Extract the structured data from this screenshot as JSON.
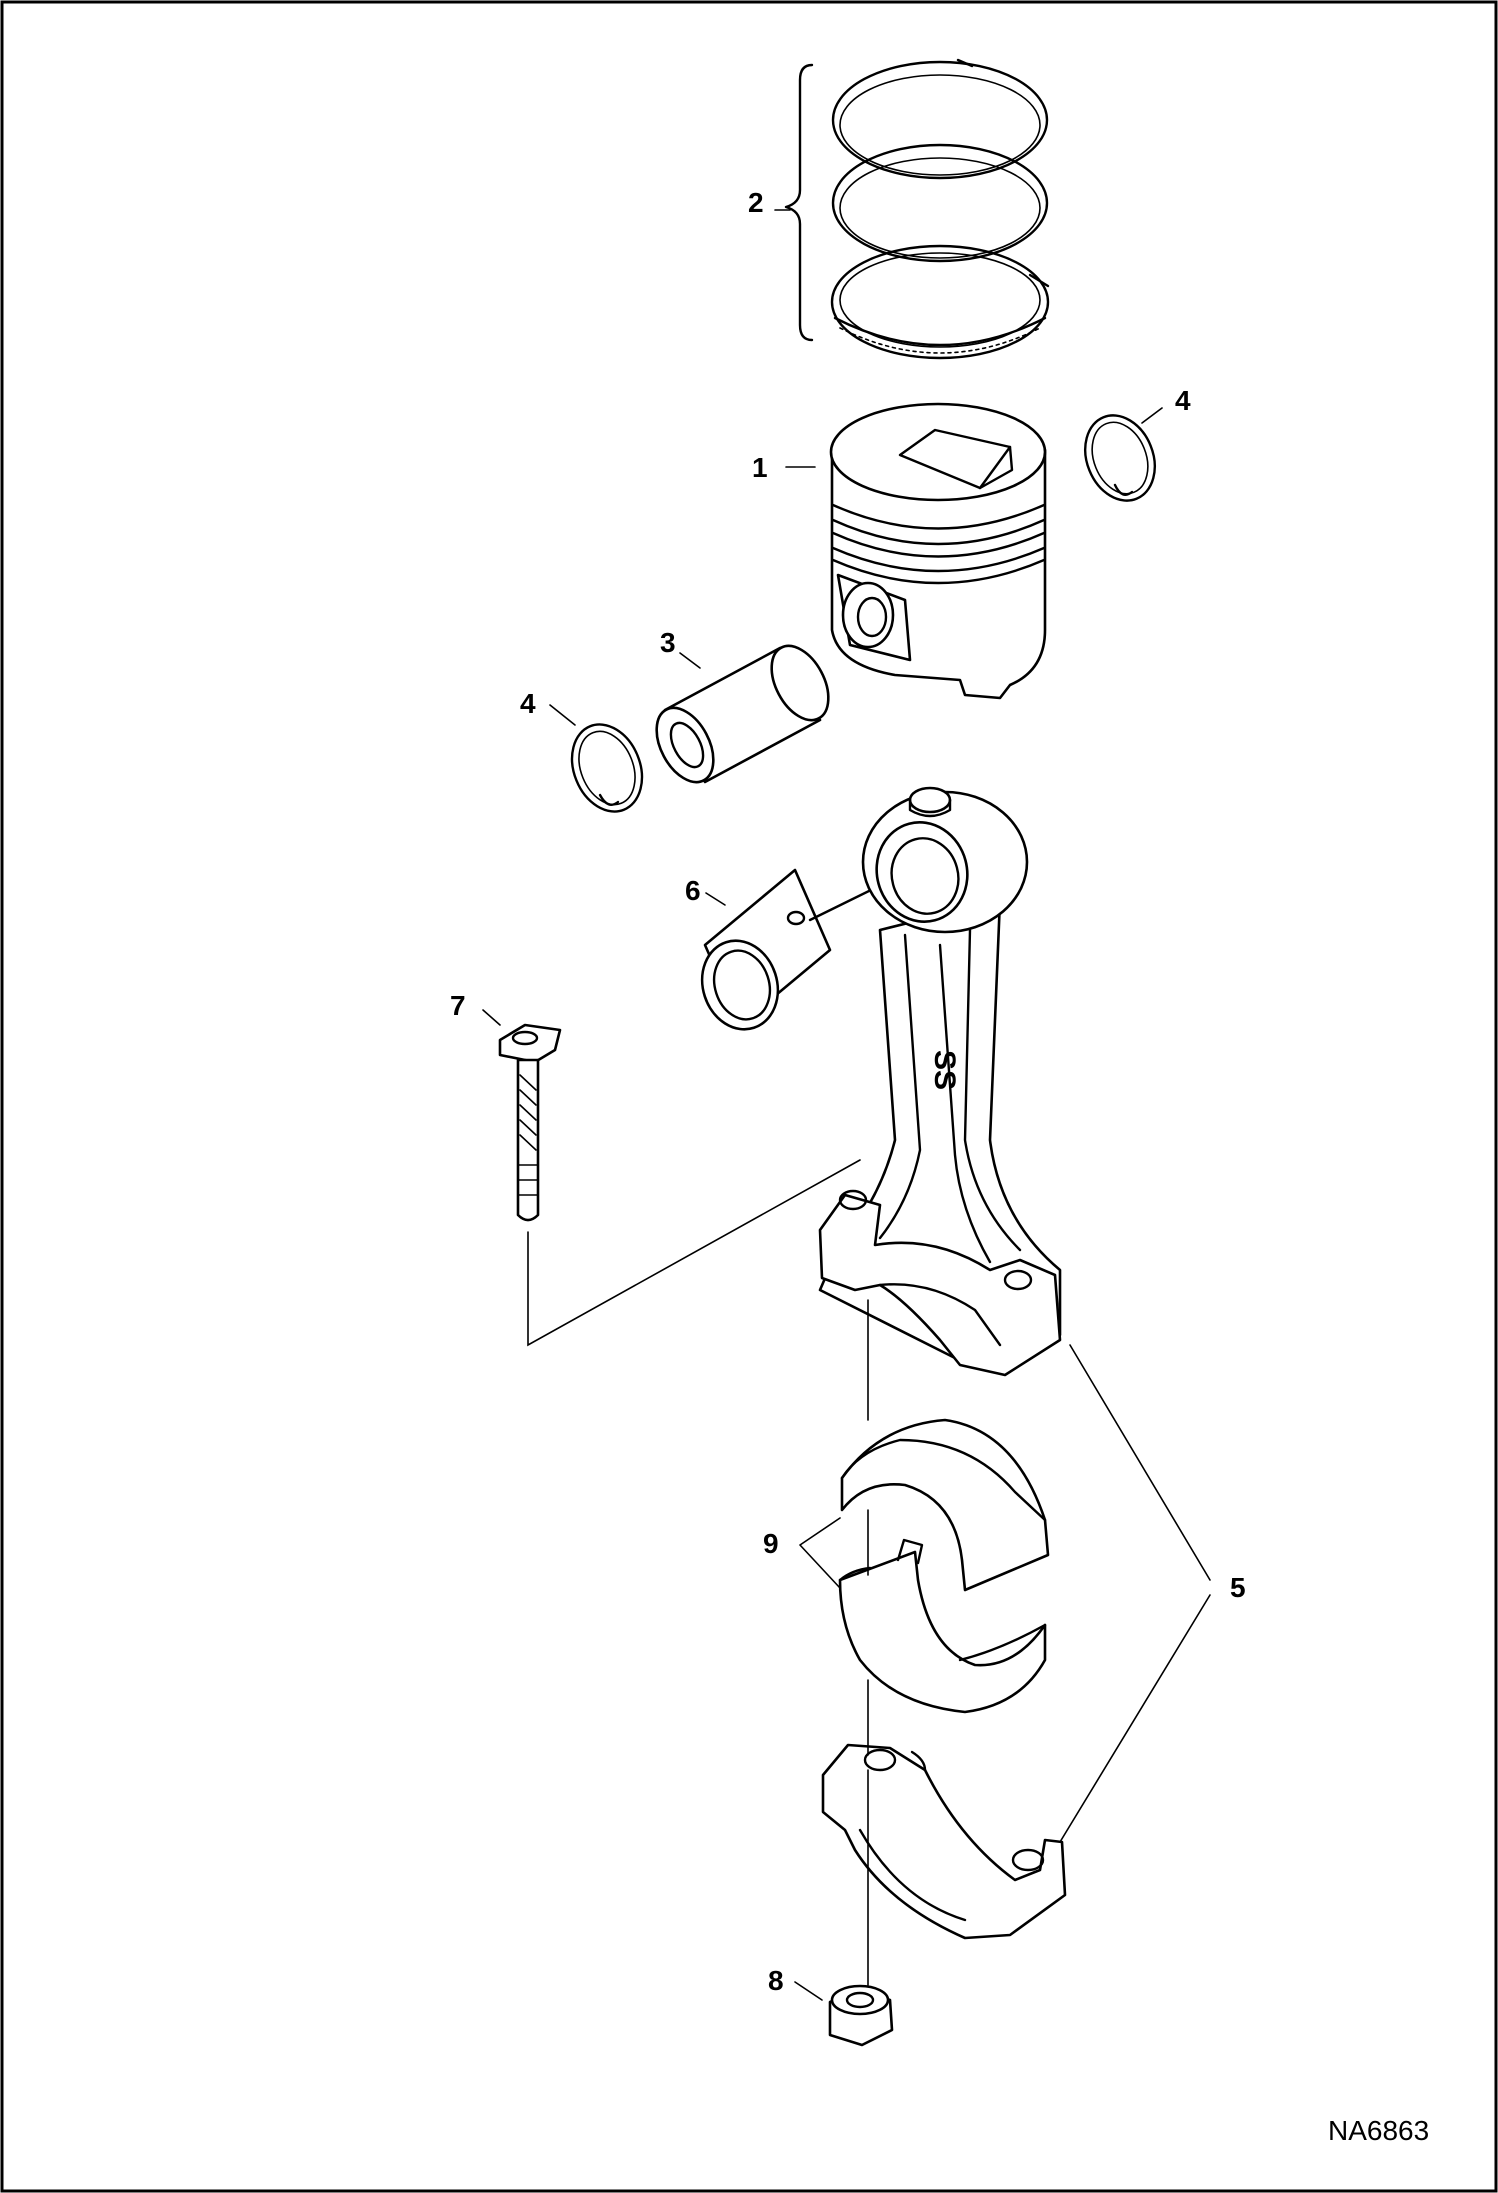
{
  "callouts": {
    "piston": "1",
    "rings": "2",
    "pin": "3",
    "retainer_right": "4",
    "retainer_left": "4",
    "rod_assembly": "5",
    "bushing": "6",
    "bolt": "7",
    "nut": "8",
    "bearings": "9"
  },
  "rod_marking": "SS",
  "figure_id": "NA6863"
}
